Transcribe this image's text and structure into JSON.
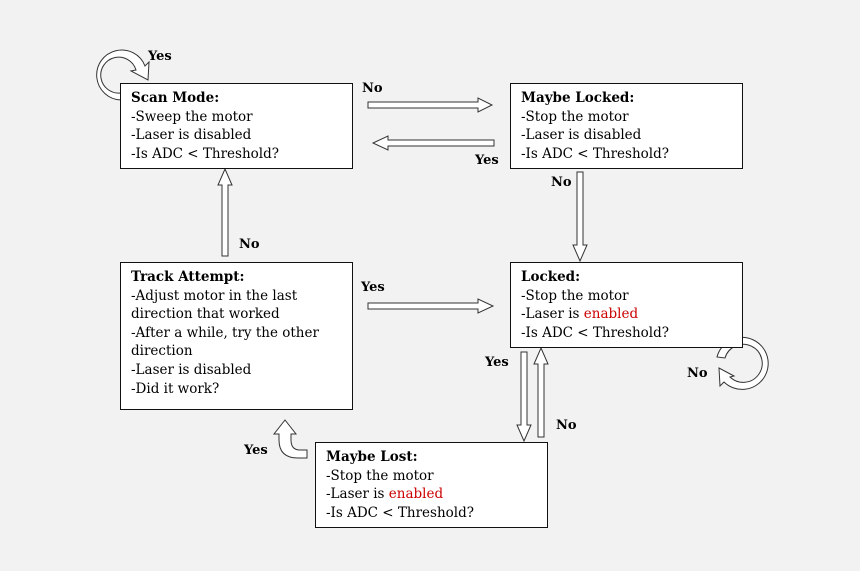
{
  "boxes": {
    "scan_mode": {
      "title": "Scan Mode:",
      "lines": [
        "-Sweep the motor",
        "-Laser is disabled",
        "-Is ADC < Threshold?"
      ]
    },
    "maybe_locked": {
      "title": "Maybe Locked:",
      "lines": [
        "-Stop the motor",
        "-Laser is disabled",
        "-Is ADC < Threshold?"
      ]
    },
    "track_attempt": {
      "title": "Track Attempt:",
      "lines": [
        "-Adjust motor in the last direction that worked",
        "-After a while, try the other direction",
        "-Laser is disabled",
        "-Did it work?"
      ]
    },
    "locked": {
      "title": "Locked:",
      "line1": "-Stop the motor",
      "line2_prefix": "-Laser is ",
      "line2_highlight": "enabled",
      "line3": "-Is ADC < Threshold?"
    },
    "maybe_lost": {
      "title": "Maybe Lost:",
      "line1": "-Stop the motor",
      "line2_prefix": "-Laser is ",
      "line2_highlight": "enabled",
      "line3": "-Is ADC < Threshold?"
    }
  },
  "labels": {
    "scan_self_yes": "Yes",
    "scan_to_maybe_locked_no": "No",
    "maybe_locked_to_scan_yes": "Yes",
    "maybe_locked_to_locked_no": "No",
    "track_to_scan_no": "No",
    "track_to_locked_yes": "Yes",
    "locked_to_maybe_lost_yes": "Yes",
    "maybe_lost_to_locked_no": "No",
    "locked_self_no": "No",
    "maybe_lost_to_track_yes": "Yes"
  },
  "colors": {
    "background": "#f2f2f2",
    "highlight": "#cc0000"
  }
}
